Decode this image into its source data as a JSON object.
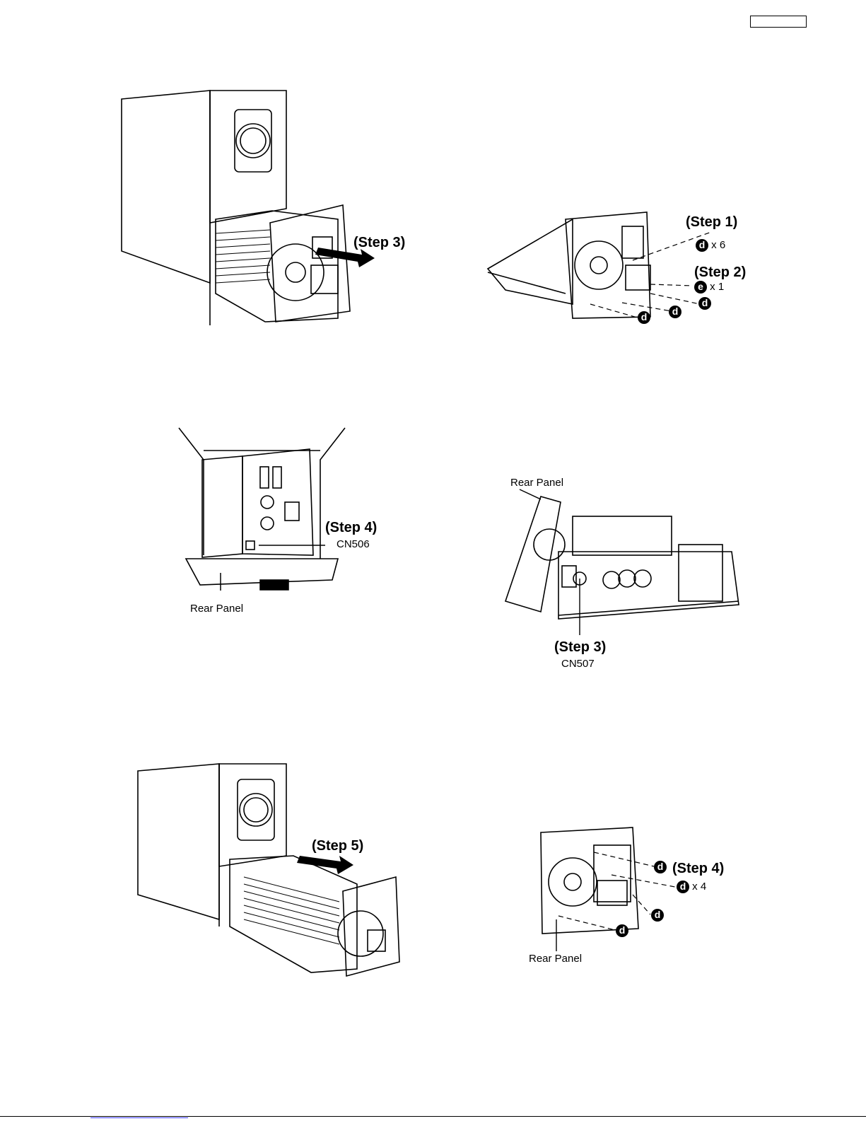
{
  "figures": {
    "fig1": {
      "step": "(Step 3)"
    },
    "fig2": {
      "step1": "(Step 1)",
      "step2": "(Step 2)",
      "d": "d",
      "e": "e",
      "qty_d": "x 6",
      "qty_e": "x 1"
    },
    "fig3": {
      "step": "(Step 4)",
      "connector": "CN506",
      "panel": "Rear Panel"
    },
    "fig4": {
      "panel": "Rear Panel",
      "step": "(Step 3)",
      "connector": "CN507"
    },
    "fig5": {
      "step": "(Step 5)"
    },
    "fig6": {
      "step": "(Step 4)",
      "d": "d",
      "qty": "x 4",
      "panel": "Rear Panel"
    }
  },
  "colors": {
    "line": "#000000",
    "link": "#3a3aff"
  }
}
